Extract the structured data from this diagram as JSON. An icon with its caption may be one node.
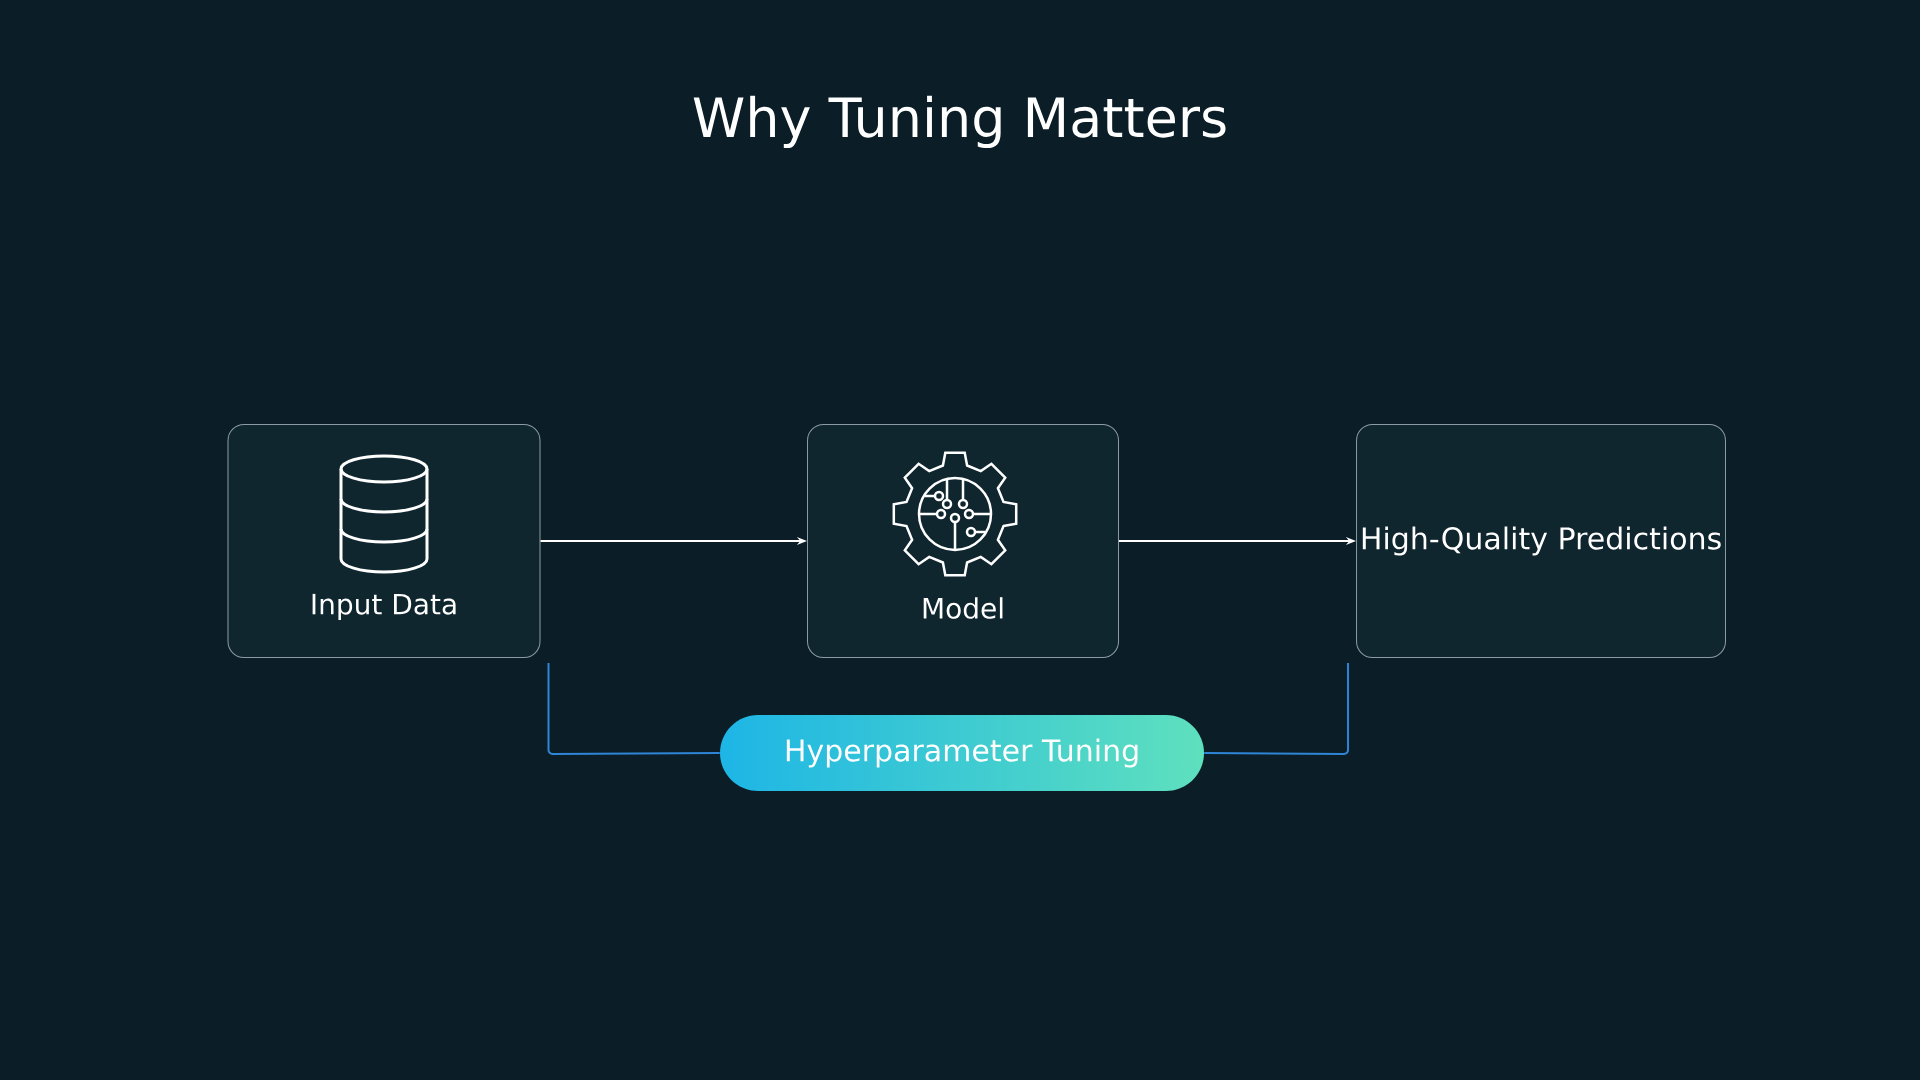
{
  "diagram": {
    "title": "Why Tuning Matters",
    "nodes": [
      {
        "text": [
          "Input Data"
        ]
      },
      {
        "text": [
          "Model"
        ]
      },
      {
        "text": [
          "High-Quality Predictions"
        ]
      },
      {
        "text": [
          "Hyperparameter Tuning"
        ]
      }
    ],
    "edges": [
      {
        "from": 0,
        "to": 1,
        "arrow": "to"
      },
      {
        "from": 1,
        "to": 2,
        "arrow": "to"
      },
      {
        "from": 3,
        "to": 0,
        "arrow": "none",
        "color": "#2f86d6"
      },
      {
        "from": 3,
        "to": 2,
        "arrow": "none",
        "color": "#2f86d6"
      }
    ]
  }
}
